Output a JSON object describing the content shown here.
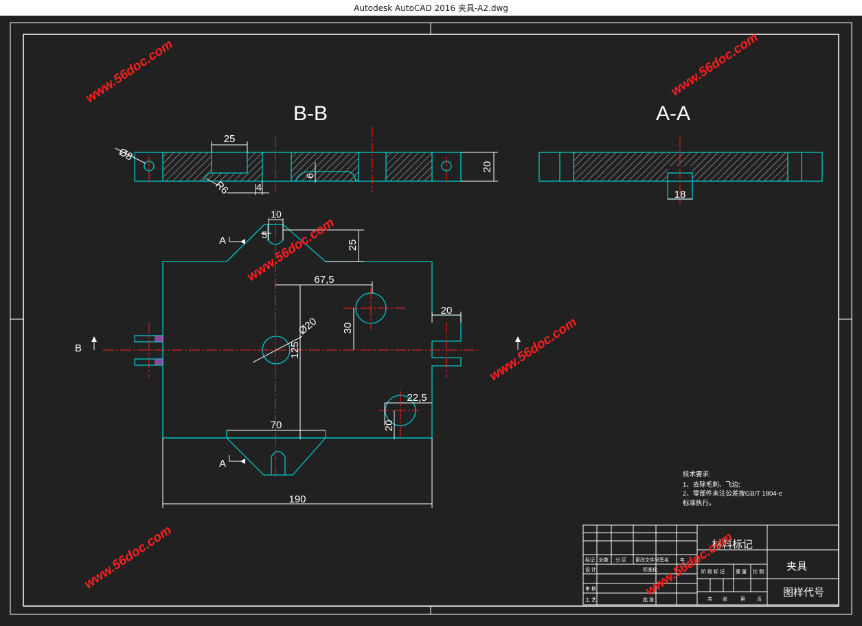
{
  "window": {
    "title": "Autodesk AutoCAD 2016    夹具-A2.dwg"
  },
  "colors": {
    "background": "#212121",
    "outline": "#00c8c8",
    "centerline": "#ff2020",
    "dimension": "#ffffff",
    "hatch": "#cfcfcf",
    "watermark": "#ff1e1e"
  },
  "views": {
    "section_bb": "B-B",
    "section_aa": "A-A"
  },
  "dims": {
    "bb_d8": "Ø8",
    "bb_25": "25",
    "bb_r6": "R6",
    "bb_4": "4",
    "bb_6": "6",
    "bb_20": "20",
    "aa_18": "18",
    "p_10": "10",
    "p_5": "5",
    "p_25": "25",
    "p_675": "67,5",
    "p_30": "30",
    "p_d20": "Ø20",
    "p_125": "125",
    "p_20r": "20",
    "p_225": "22,5",
    "p_20b": "20",
    "p_70": "70",
    "p_190": "190"
  },
  "marks": {
    "a": "A",
    "b": "B"
  },
  "notes": {
    "title": "技术要求:",
    "line1": "1、去除毛刺、飞边;",
    "line2": "2、零部件未注公差按GB/T 1804-c",
    "line3": "标准执行。"
  },
  "titleblock": {
    "material": "材料标记",
    "part_name": "夹具",
    "drawing_no": "图样代号",
    "h1": "标记",
    "h2": "处数",
    "h3": "分 区",
    "h4": "更改文件号",
    "h5": "签名",
    "h6": "年",
    "r_design": "设 计",
    "r_std": "标准化",
    "r_check": "审 核",
    "r_process": "工 艺",
    "r_approve": "批 准",
    "s1": "阶 段 标 记",
    "s2": "重 量",
    "s3": "比 例",
    "p1": "共",
    "p2": "张",
    "p3": "第",
    "p4": "页"
  },
  "watermark": "www.56doc.com"
}
